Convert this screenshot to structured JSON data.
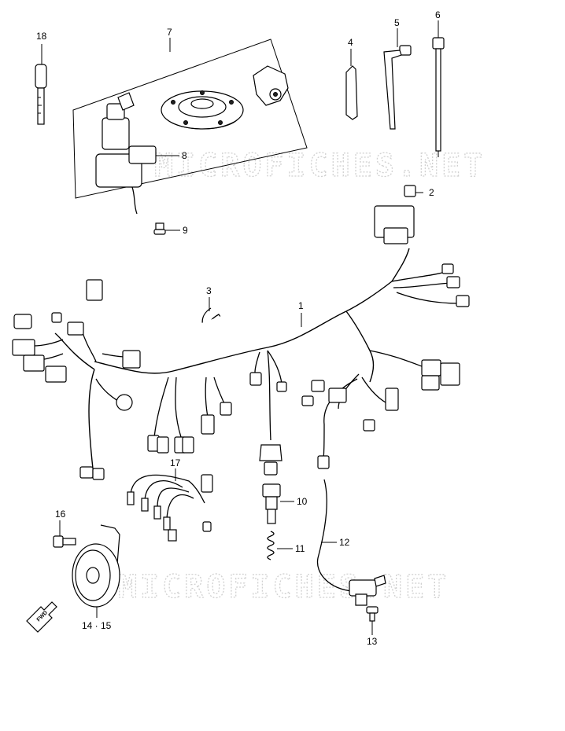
{
  "watermark": "MICROFICHES.NET",
  "forward_badge": "FWD",
  "callouts": [
    {
      "id": "c1",
      "text": "1"
    },
    {
      "id": "c2",
      "text": "2"
    },
    {
      "id": "c3",
      "text": "3"
    },
    {
      "id": "c4",
      "text": "4"
    },
    {
      "id": "c5",
      "text": "5"
    },
    {
      "id": "c6",
      "text": "6"
    },
    {
      "id": "c7",
      "text": "7"
    },
    {
      "id": "c8",
      "text": "8"
    },
    {
      "id": "c9",
      "text": "9"
    },
    {
      "id": "c10",
      "text": "10"
    },
    {
      "id": "c11",
      "text": "11"
    },
    {
      "id": "c12",
      "text": "12"
    },
    {
      "id": "c13",
      "text": "13"
    },
    {
      "id": "c14",
      "text": "14 · 15"
    },
    {
      "id": "c16",
      "text": "16"
    },
    {
      "id": "c17",
      "text": "17"
    },
    {
      "id": "c18",
      "text": "18"
    }
  ]
}
